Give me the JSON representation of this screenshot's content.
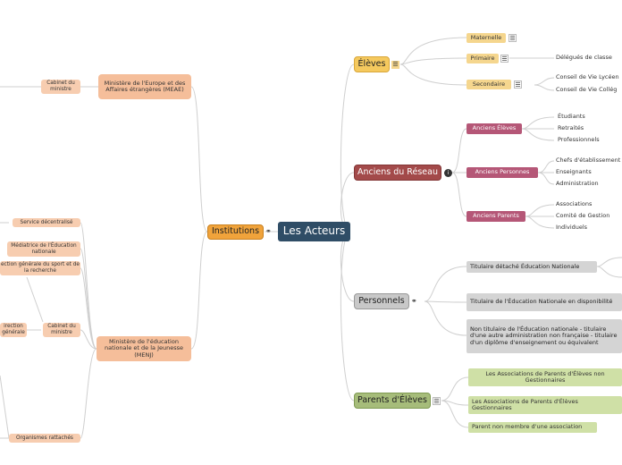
{
  "root": {
    "label": "Les Acteurs"
  },
  "eleves": {
    "label": "Élèves",
    "maternelle": "Maternelle",
    "primaire": "Primaire",
    "primaire_leaf": "Délégués de classe",
    "secondaire": "Secondaire",
    "secondaire_leaves": [
      "Conseil de Vie Lycéen",
      "Conseil de Vie Collég"
    ]
  },
  "anciens": {
    "label": "Anciens du Réseau",
    "anciens_eleves": "Anciens Élèves",
    "anciens_eleves_leaves": [
      "Étudiants",
      "Retraités",
      "Professionnels"
    ],
    "anciens_personnes": "Anciens Personnes",
    "anciens_personnes_leaves": [
      "Chefs d'établissement",
      "Enseignants",
      "Administration"
    ],
    "anciens_parents": "Anciens Parents",
    "anciens_parents_leaves": [
      "Associations",
      "Comité de Gestion",
      "Individuels"
    ]
  },
  "personnels": {
    "label": "Personnels",
    "items": [
      "Titulaire détaché Éducation Nationale",
      "Titulaire de l'Éducation Nationale en disponibilité",
      "Non titulaire de l'Éducation nationale - titulaire d'une autre administration non française - titulaire d'un diplôme d'enseignement ou équivalent"
    ]
  },
  "parents": {
    "label": "Parents d'Élèves",
    "items": [
      "Les Associations de Parents d'Élèves non Gestionnaires",
      "Les Associations de Parents d'Élèves Gestionnaires",
      "Parent non membre d'une association"
    ]
  },
  "institutions": {
    "label": "Institutions",
    "meae": "Ministère de l'Europe et des Affaires étrangères (MEAE)",
    "meae_cabinet": "Cabinet du ministre",
    "menj": "Ministère de l'éducation nationale et de la Jeunesse (MENJ)",
    "menj_children": {
      "service": "Service décentralisé",
      "mediatrice": "Médiatrice de l'Éducation nationale",
      "direction_sport": "ection générale du sport et de la recherche",
      "cabinet": "Cabinet du ministre",
      "direction": "irection générale",
      "organismes": "Organismes rattachés"
    }
  },
  "icons": {
    "notes": "notes-icon",
    "link": "link-icon",
    "info": "info-icon"
  },
  "colors": {
    "root": "#2f4d66",
    "eleves": "#f5c95e",
    "anciens": "#a34a4a",
    "personnels": "#c8c8c8",
    "parents": "#a6bc7a",
    "institutions": "#f0a33b"
  }
}
